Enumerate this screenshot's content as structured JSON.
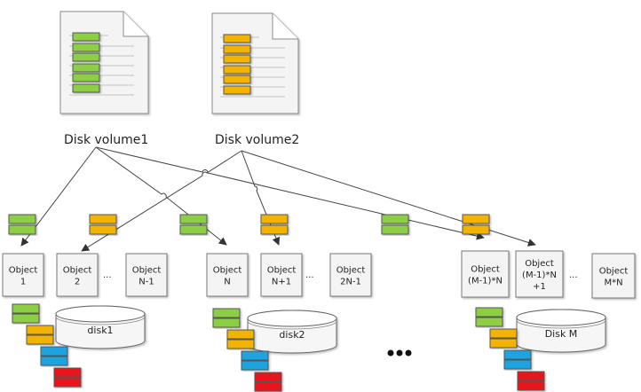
{
  "volumes": [
    {
      "label": "Disk volume1",
      "color": "#8ccf45"
    },
    {
      "label": "Disk volume2",
      "color": "#f2b400"
    }
  ],
  "objects": [
    {
      "lines": [
        "Object",
        "1"
      ]
    },
    {
      "lines": [
        "Object",
        "2"
      ]
    },
    {
      "lines": [
        "Object",
        "N-1"
      ]
    },
    {
      "lines": [
        "Object",
        "N"
      ]
    },
    {
      "lines": [
        "Object",
        "N+1"
      ]
    },
    {
      "lines": [
        "Object",
        "2N-1"
      ]
    },
    {
      "lines": [
        "Object",
        "(M-1)*N"
      ]
    },
    {
      "lines": [
        "Object",
        "(M-1)*N",
        "+1"
      ]
    },
    {
      "lines": [
        "Object",
        "M*N"
      ]
    }
  ],
  "ellipsis_small": "...",
  "disks": [
    {
      "label": "disk1"
    },
    {
      "label": "disk2"
    },
    {
      "label": "Disk M"
    }
  ],
  "colors": {
    "green": "#8ccf45",
    "orange": "#f2b400",
    "blue": "#1aa3e0",
    "red": "#e8141c"
  }
}
